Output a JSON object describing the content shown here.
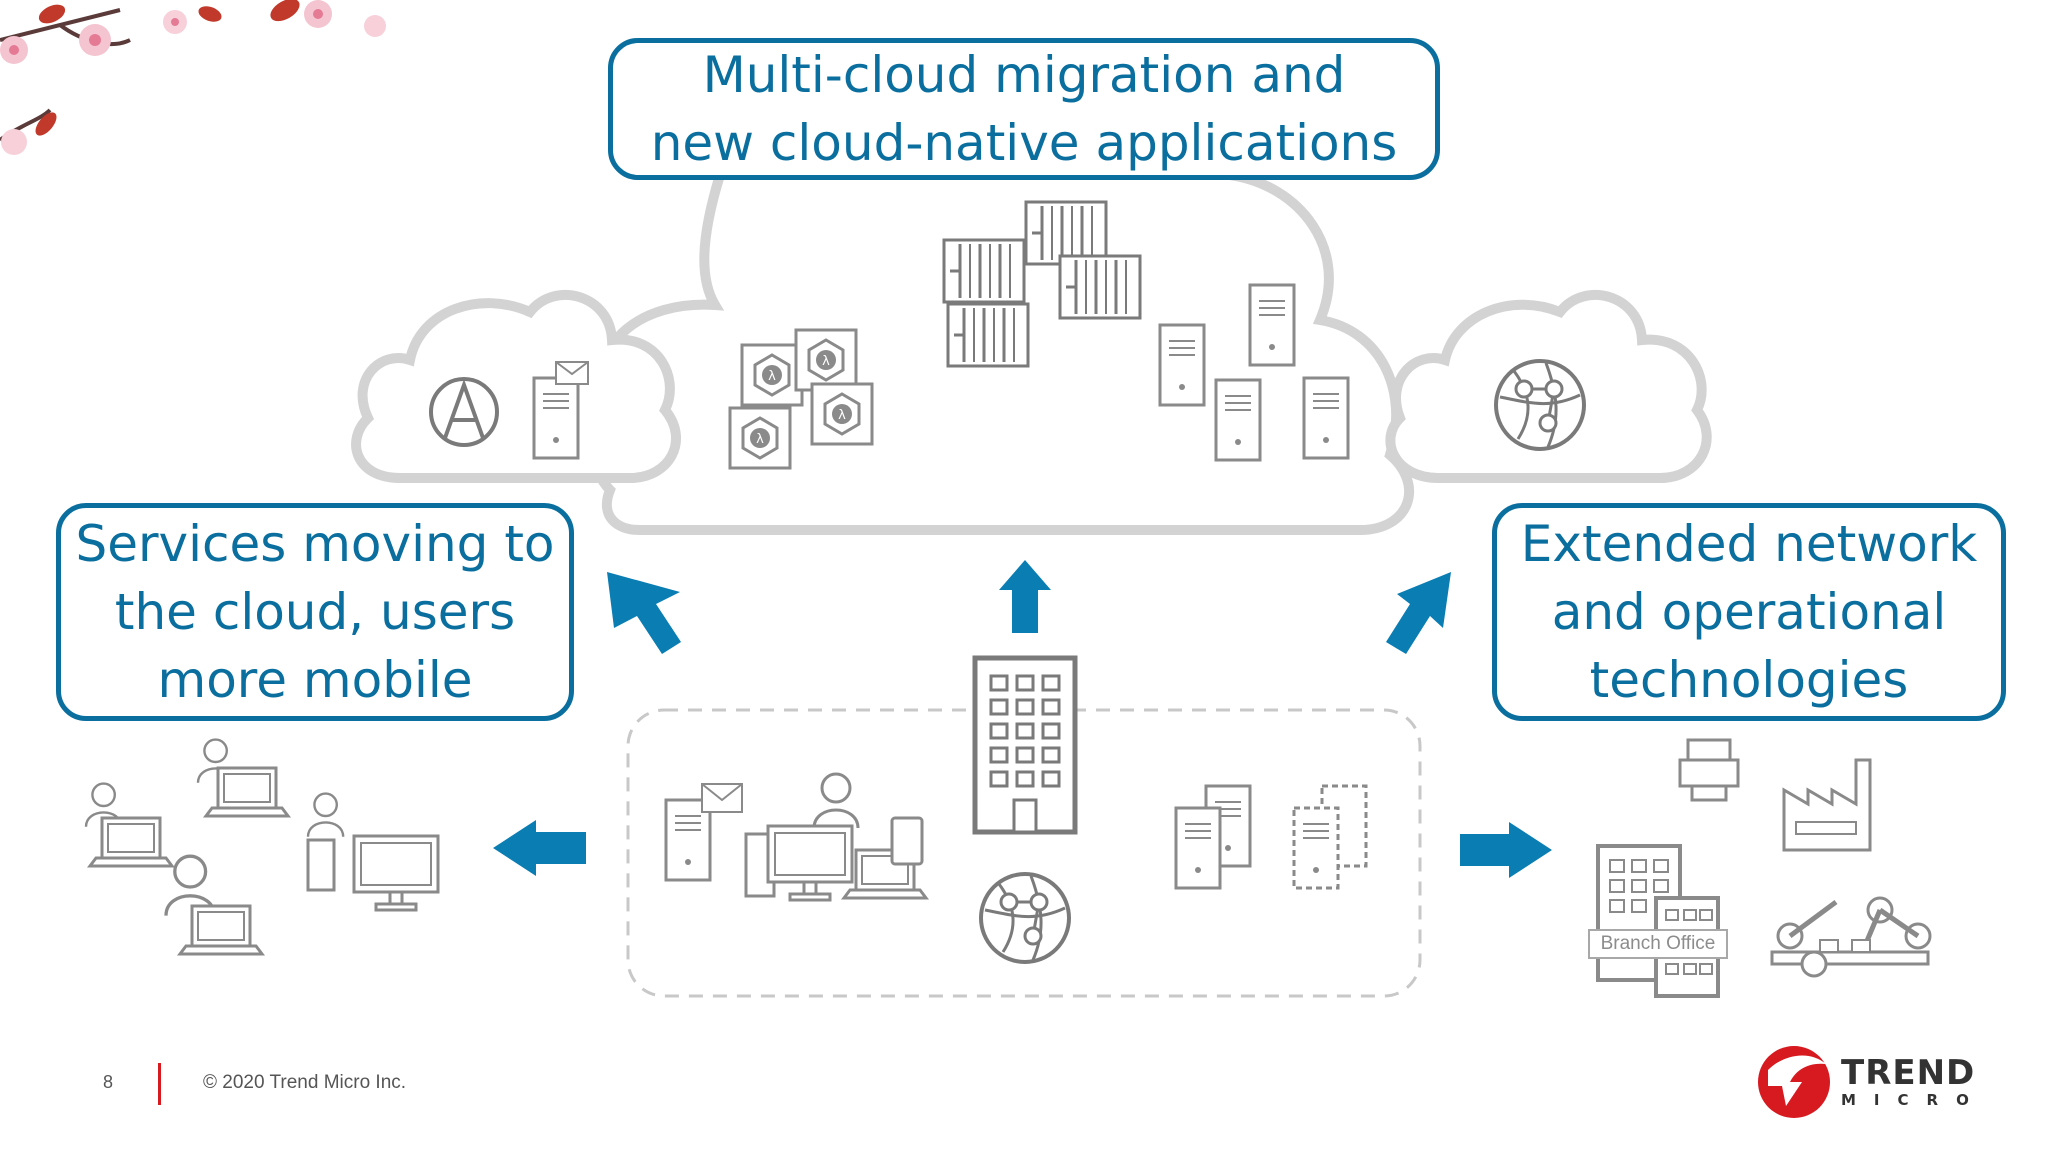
{
  "callouts": {
    "top": "Multi-cloud migration and\nnew cloud-native applications",
    "left": "Services moving to\nthe cloud, users\nmore mobile",
    "right": "Extended network\nand operational\ntechnologies"
  },
  "labels": {
    "branch_office": "Branch Office"
  },
  "footer": {
    "page_number": "8",
    "copyright": "© 2020 Trend Micro Inc."
  },
  "logo": {
    "word1": "TREND",
    "word2": "MICRO"
  },
  "colors": {
    "accent_blue": "#0a6e9e",
    "icon_gray": "#8a8a8a",
    "brand_red": "#d71920"
  }
}
